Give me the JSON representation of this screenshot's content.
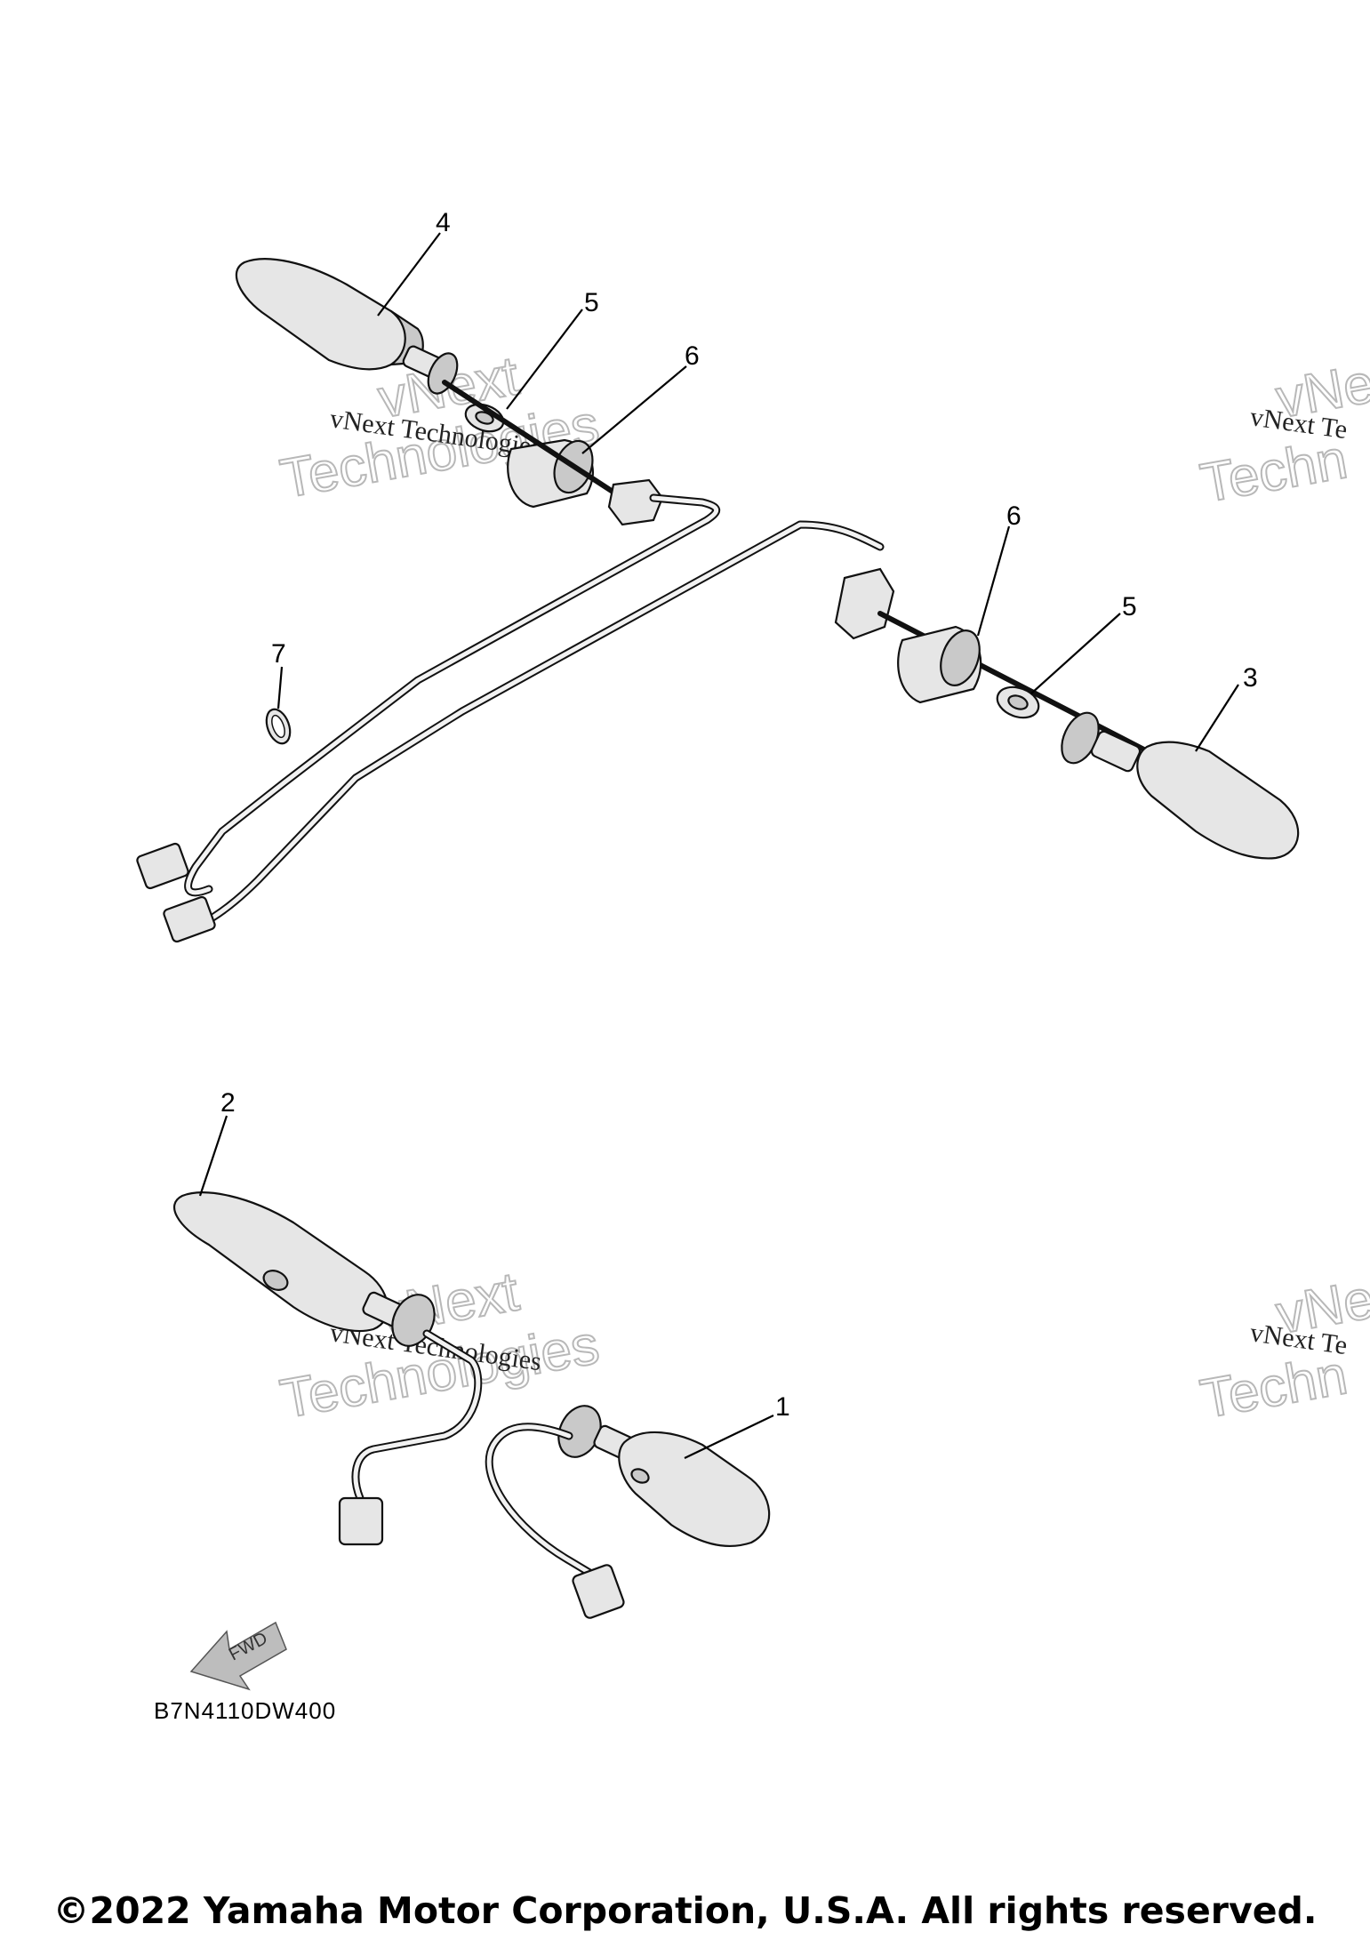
{
  "callouts": {
    "c1": "1",
    "c2": "2",
    "c3": "3",
    "c4": "4",
    "c5a": "5",
    "c5b": "5",
    "c6a": "6",
    "c6b": "6",
    "c7": "7"
  },
  "watermark": {
    "line1": "vNext",
    "line2": "Technologies",
    "caption": "vNext Technologies",
    "right_line1": "vNe",
    "right_line2": "Techn",
    "right_caption": "vNext Te"
  },
  "fwd_label": "FWD",
  "diagram_code": "B7N4110DW400",
  "copyright": "©2022 Yamaha Motor Corporation, U.S.A. All rights reserved."
}
